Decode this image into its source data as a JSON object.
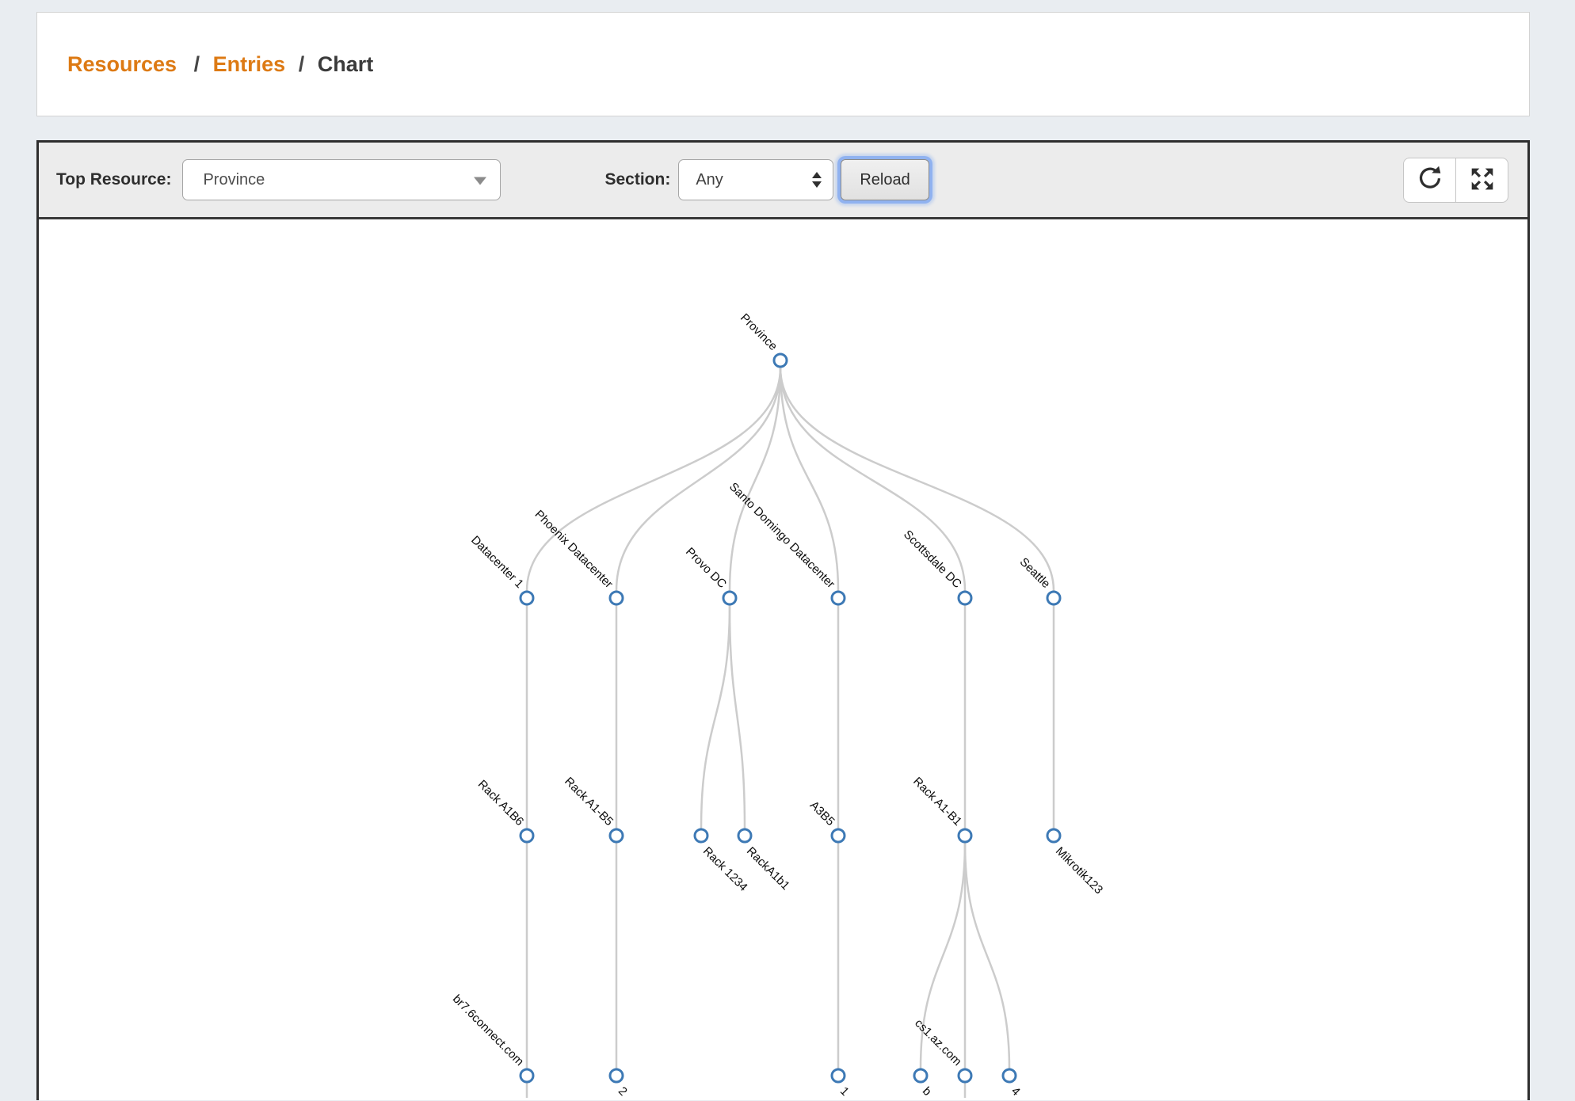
{
  "breadcrumb": {
    "separator": "/",
    "items": [
      "Resources",
      "Entries",
      "Chart"
    ]
  },
  "toolbar": {
    "top_resource_label": "Top Resource:",
    "top_resource_value": "Province",
    "section_label": "Section:",
    "section_value": "Any",
    "reload_label": "Reload",
    "icons": {
      "top_resource_caret": "chevron-down-icon",
      "section_spinner": "up-down-arrows-icon",
      "refresh": "refresh-icon",
      "fullscreen": "fullscreen-expand-icon"
    }
  },
  "colors": {
    "accent_orange": "#dd7a14",
    "node_stroke": "#3d79b5",
    "link_gray": "#cccccc",
    "toolbar_bg": "#ececec",
    "panel_border": "#2e2e2e",
    "page_bg": "#e9edf1",
    "reload_focus_glow": "#6296f3"
  },
  "chart_data": {
    "type": "tree",
    "orientation": "top-down",
    "root": "Province",
    "nodes": [
      {
        "label": "Province",
        "parent": null
      },
      {
        "label": "Datacenter 1",
        "parent": "Province"
      },
      {
        "label": "Phoenix Datacenter",
        "parent": "Province"
      },
      {
        "label": "Provo DC",
        "parent": "Province"
      },
      {
        "label": "Santo Domingo Datacenter",
        "parent": "Province"
      },
      {
        "label": "Scottsdale DC",
        "parent": "Province"
      },
      {
        "label": "Seattle",
        "parent": "Province"
      },
      {
        "label": "Rack A1B6",
        "parent": "Datacenter 1"
      },
      {
        "label": "Rack A1-B5",
        "parent": "Phoenix Datacenter"
      },
      {
        "label": "Rack 1234",
        "parent": "Provo DC"
      },
      {
        "label": "RackA1b1",
        "parent": "Provo DC"
      },
      {
        "label": "A3B5",
        "parent": "Santo Domingo Datacenter"
      },
      {
        "label": "Rack A1-B1",
        "parent": "Scottsdale DC"
      },
      {
        "label": "Mikrotik123",
        "parent": "Seattle"
      },
      {
        "label": "br7.6connect.com",
        "parent": "Rack A1B6",
        "has_offscreen_children": true
      },
      {
        "label": "2",
        "parent": "Rack A1-B5",
        "truncated_by_viewport": true
      },
      {
        "label": "1",
        "parent": "A3B5",
        "truncated_by_viewport": true
      },
      {
        "label": "b",
        "parent": "Rack A1-B1",
        "truncated_by_viewport": true
      },
      {
        "label": "cs1.az.com",
        "parent": "Rack A1-B1",
        "has_offscreen_children": true
      },
      {
        "label": "4",
        "parent": "Rack A1-B1",
        "truncated_by_viewport": true
      }
    ]
  }
}
